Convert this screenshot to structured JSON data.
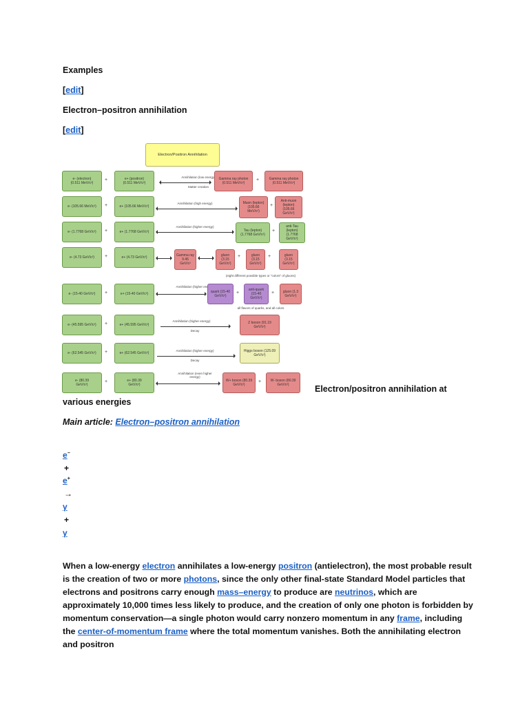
{
  "headings": {
    "examples": "Examples",
    "edit1": "edit",
    "section": "Electron–positron annihilation",
    "edit2": "edit"
  },
  "figure": {
    "title": "Electron/Positron Annihilation",
    "caption_line1": "Electron/positron annihilation at",
    "caption_line2": "various energies",
    "rows": [
      {
        "left": "e- (electron)\n(0.511 MeV/c²)",
        "right": "e+ (positron)\n(0.511 MeV/c²)",
        "arrow_top": "Annihilation (low energy)",
        "arrow_bottom": "Matter creation",
        "products": [
          "Gamma ray photon\n(0.511 MeV/c²)",
          "Gamma ray photon\n(0.511 MeV/c²)"
        ]
      },
      {
        "left": "e- (105.66 MeV/c²)",
        "right": "e+ (105.66 MeV/c²)",
        "arrow_top": "Annihilation (high energy)",
        "products": [
          "Muon (lepton)\n(105.66\nMeV/c²)",
          "Anti-muon\n(lepton)\n(105.66\nGeV/c²)"
        ]
      },
      {
        "left": "e- (1.7768 GeV/c²)",
        "right": "e+ (1.7768 GeV/c²)",
        "arrow_top": "Annihilation (higher energy)",
        "products": [
          "Tau (lepton)\n(1.7768 GeV/c²)",
          "anti-Tau (lepton)\n(1.7768 GeV/c²)"
        ]
      },
      {
        "left": "e- (4.73 GeV/c²)",
        "right": "e+ (4.73 GeV/c²)",
        "products": [
          "Gamma ray\n9.46\nGeV/c²",
          "gluon\n(3.15\nGeV/c²)",
          "gluon\n(3.15\nGeV/c²)",
          "gluon\n(3.15\nGeV/c²)"
        ],
        "note": "(eight different possible types or \"colors\" of gluons)"
      },
      {
        "left": "e- (15-40 GeV/c²)",
        "right": "e+ (15-40 GeV/c²)",
        "arrow_top": "Annihilation (higher energy)",
        "products": [
          "quark (15-40\nGeV/c²)",
          "anti-quark\n(15-40\nGeV/c²)",
          "gluon (1.3\nGeV/c²)"
        ],
        "note": "all flavors of quarks, and all colors"
      },
      {
        "left": "e- (45.595 GeV/c²)",
        "right": "e+ (45.595 GeV/c²)",
        "arrow_top": "Annihilation (higher energy)",
        "arrow_bottom": "Decay",
        "products": [
          "Z boson (91.19\nGeV/c²)"
        ]
      },
      {
        "left": "e- (62.545 GeV/c²)",
        "right": "e+ (62.545 GeV/c²)",
        "arrow_top": "Annihilation (higher energy)",
        "arrow_bottom": "Decay",
        "products": [
          "Higgs boson (125.09\nGeV/c²)"
        ]
      },
      {
        "left": "e- (80.39\nGeV/c²)",
        "right": "e+ (80.39\nGeV/c²)",
        "arrow_top": "Annihilation (even higher\nenergy)",
        "products": [
          "W+ boson (80.39\nGeV/c²)",
          "W- boson (80.39\nGeV/c²)"
        ]
      }
    ],
    "plus": "+"
  },
  "main_article": {
    "prefix": "Main article: ",
    "link": "Electron–positron annihilation"
  },
  "equation": {
    "e_minus": "e",
    "e_minus_sup": "−",
    "plus1": "+",
    "e_plus": "e",
    "e_plus_sup": "+",
    "arrow": "→",
    "gamma1": "γ",
    "plus2": "+",
    "gamma2": "γ"
  },
  "paragraph": {
    "t1": "When a low-energy ",
    "l1": "electron",
    "t2": " annihilates a low-energy ",
    "l2": "positron",
    "t3": " (antielectron), the most probable result is the creation of two or more ",
    "l3": "photons",
    "t4": ", since the only other final-state Standard Model particles that electrons and positrons carry enough ",
    "l4": "mass–energy",
    "t5": " to produce are ",
    "l5": "neutrinos",
    "t6": ", which are approximately 10,000 times less likely to produce, and the creation of only one photon is forbidden by momentum conservation—a single photon would carry nonzero momentum in any ",
    "l6": "frame",
    "t7": ", including the ",
    "l7": "center-of-momentum frame",
    "t8": " where the total momentum vanishes. Both the annihilating electron and positron"
  }
}
